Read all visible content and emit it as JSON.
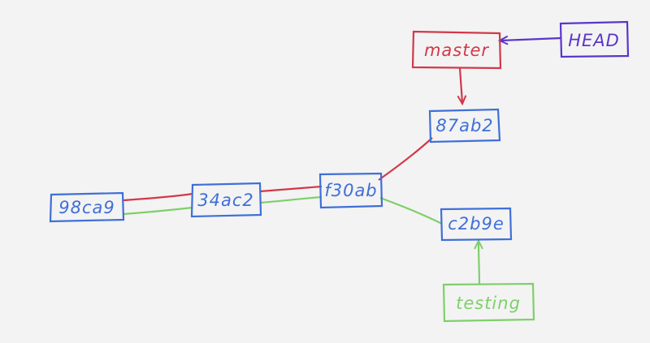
{
  "colors": {
    "background": "#f3f3f3",
    "commit": "#3f6fd8",
    "master_branch": "#d1394a",
    "testing_branch": "#7fcf6a",
    "head": "#5a35c9"
  },
  "commits": [
    {
      "id": "98ca9"
    },
    {
      "id": "34ac2"
    },
    {
      "id": "f30ab"
    },
    {
      "id": "87ab2"
    },
    {
      "id": "c2b9e"
    }
  ],
  "branches": {
    "master": {
      "label": "master",
      "points_to": "87ab2"
    },
    "testing": {
      "label": "testing",
      "points_to": "c2b9e"
    }
  },
  "head": {
    "label": "HEAD",
    "points_to": "master"
  }
}
